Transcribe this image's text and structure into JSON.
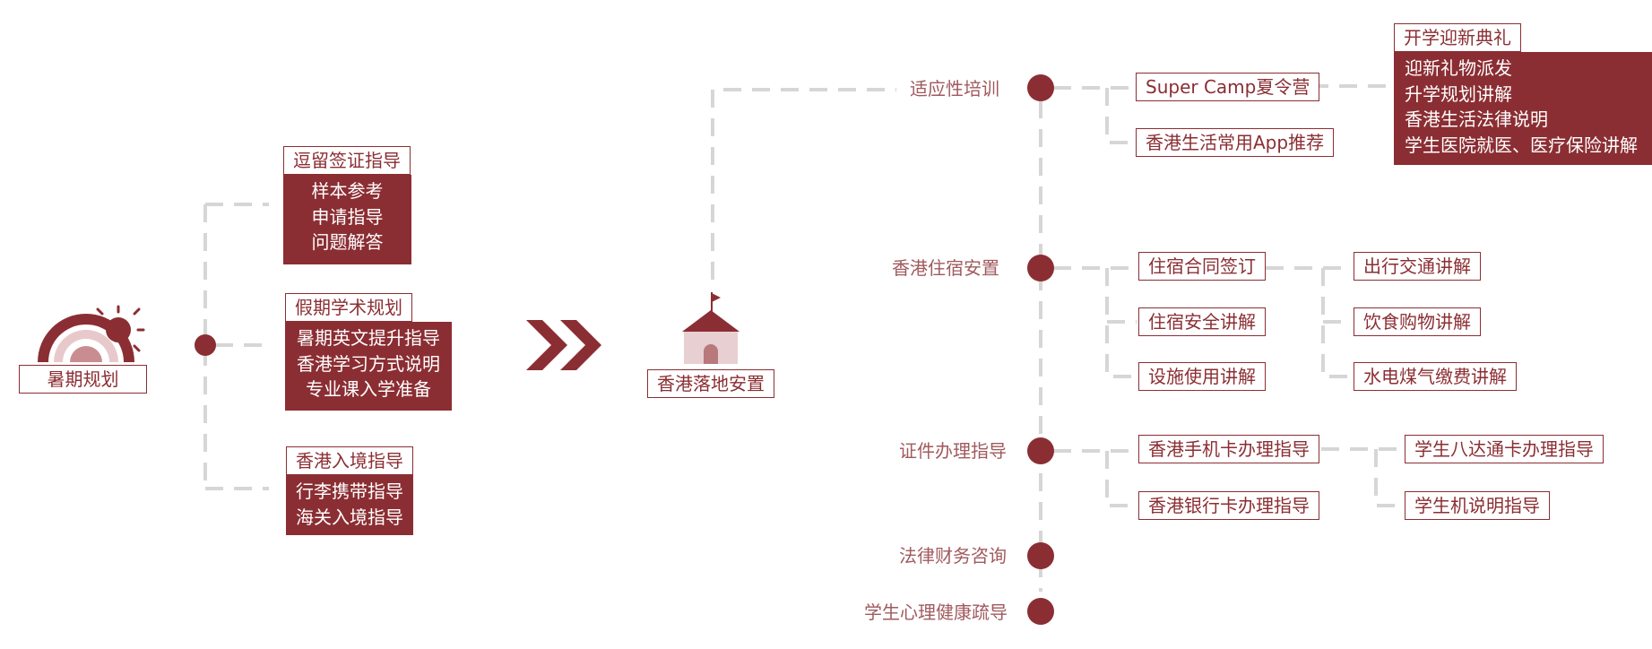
{
  "left": {
    "title": "暑期规划",
    "groups": [
      {
        "header": "逗留签证指导",
        "items": [
          "样本参考",
          "申请指导",
          "问题解答"
        ]
      },
      {
        "header": "假期学术规划",
        "items": [
          "暑期英文提升指导",
          "香港学习方式说明",
          "专业课入学准备"
        ]
      },
      {
        "header": "香港入境指导",
        "items": [
          "行李携带指导",
          "海关入境指导"
        ]
      }
    ]
  },
  "center": {
    "title": "香港落地安置"
  },
  "right": {
    "categories": [
      "适应性培训",
      "香港住宿安置",
      "证件办理指导",
      "法律财务咨询",
      "学生心理健康疏导"
    ],
    "adaptation": {
      "camp": "Super Camp夏令营",
      "app": "香港生活常用App推荐",
      "ceremony": {
        "header": "开学迎新典礼",
        "items": [
          "迎新礼物派发",
          "升学规划讲解",
          "香港生活法律说明",
          "学生医院就医、医疗保险讲解"
        ]
      }
    },
    "housing": {
      "items": [
        "住宿合同签订",
        "住宿安全讲解",
        "设施使用讲解"
      ],
      "sub": [
        "出行交通讲解",
        "饮食购物讲解",
        "水电煤气缴费讲解"
      ]
    },
    "documents": {
      "items": [
        "香港手机卡办理指导",
        "香港银行卡办理指导"
      ],
      "sub": [
        "学生八达通卡办理指导",
        "学生机说明指导"
      ]
    }
  }
}
